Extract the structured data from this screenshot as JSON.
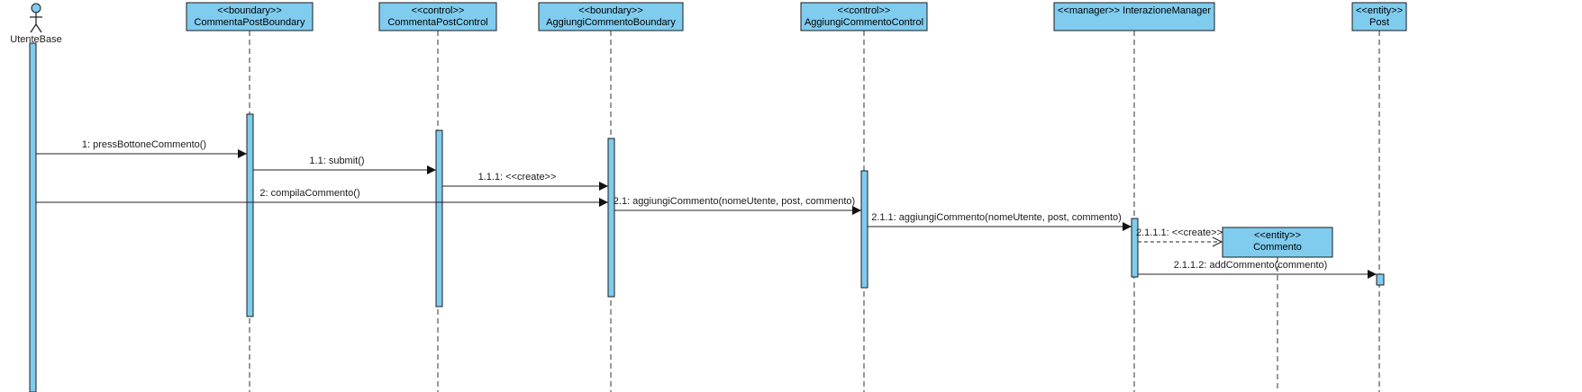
{
  "colors": {
    "fill": "#7FCCEF",
    "stroke": "#1b1b1b",
    "line": "#222222"
  },
  "actor": {
    "name": "UtenteBase"
  },
  "lifelines": [
    {
      "id": "cpb",
      "stereotype": "<<boundary>>",
      "name": "CommentaPostBoundary"
    },
    {
      "id": "cpc",
      "stereotype": "<<control>>",
      "name": "CommentaPostControl"
    },
    {
      "id": "acb",
      "stereotype": "<<boundary>>",
      "name": "AggiungiCommentoBoundary"
    },
    {
      "id": "acc",
      "stereotype": "<<control>>",
      "name": "AggiungiCommentoControl"
    },
    {
      "id": "im",
      "header": "<<manager>>  InterazioneManager"
    },
    {
      "id": "post",
      "stereotype": "<<entity>>",
      "name": "Post"
    }
  ],
  "created_object": {
    "stereotype": "<<entity>>",
    "name": "Commento"
  },
  "messages": [
    {
      "id": "m1",
      "text": "1: pressBottoneCommento()"
    },
    {
      "id": "m11",
      "text": "1.1: submit()"
    },
    {
      "id": "m111",
      "text": "1.1.1: <<create>>"
    },
    {
      "id": "m2",
      "text": "2: compilaCommento()"
    },
    {
      "id": "m21",
      "text": "2.1: aggiungiCommento(nomeUtente, post, commento)"
    },
    {
      "id": "m211",
      "text": "2.1.1: aggiungiCommento(nomeUtente, post, commento)"
    },
    {
      "id": "m2111",
      "text": "2.1.1.1: <<create>>"
    },
    {
      "id": "m2112",
      "text": "2.1.1.2: addCommento(commento)"
    }
  ]
}
